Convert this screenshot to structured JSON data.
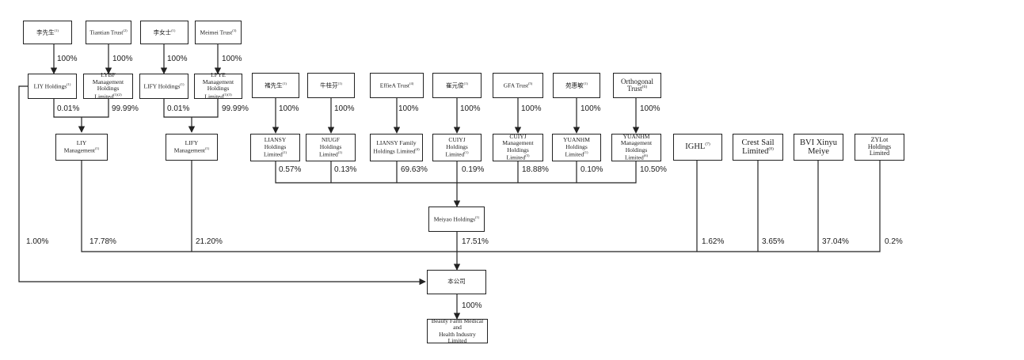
{
  "entities": {
    "mr_li": {
      "name": "李先生",
      "note": "(1)"
    },
    "tiantian_trust": {
      "name": "Tiantian Trust",
      "note": "(2)"
    },
    "ms_li": {
      "name": "李女士",
      "note": "(1)"
    },
    "meimei_trust": {
      "name": "Meimei Trust",
      "note": "(3)"
    },
    "liy_holdings": {
      "name": "LIY Holdings",
      "note": "(1)"
    },
    "lybf_management": {
      "line1": "LYBF Management",
      "line2": "Holdings Limited",
      "note": "(1)(2)"
    },
    "lify_holdings": {
      "name": "LIFY Holdings",
      "note": "(1)"
    },
    "lfye_management": {
      "line1": "LFYE Management",
      "line2": "Holdings Limited",
      "note": "(1)(3)"
    },
    "liy_management": {
      "line1": "LIY",
      "line2": "Management",
      "note": "(1)"
    },
    "lify_management": {
      "line1": "LIFY",
      "line2": "Management",
      "note": "(1)"
    },
    "mr_chu": {
      "name": "褚先生",
      "note": "(1)"
    },
    "niu_guifen": {
      "name": "牛桂芬",
      "note": "(1)"
    },
    "effiea_trust": {
      "name": "EffieA Trust",
      "note": "(4)"
    },
    "cui_yuanjun": {
      "name": "崔元俊",
      "note": "(1)"
    },
    "gfa_trust": {
      "name": "GFA Trust",
      "note": "(5)"
    },
    "yuan_huimin": {
      "name": "苑惠敏",
      "note": "(1)"
    },
    "orthogonal_trust": {
      "line1": "Orthogonal",
      "line2": "Trust",
      "note": "(6)"
    },
    "liansy": {
      "line1": "LIANSY",
      "line2": "Holdings Limited",
      "note": "(1)"
    },
    "niugf": {
      "line1": "NIUGF",
      "line2": "Holdings Limited",
      "note": "(1)"
    },
    "liansy_family": {
      "line1": "LIANSY Family",
      "line2": "Holdings Limited",
      "note": "(4)"
    },
    "cuiyj": {
      "line1": "CUIYJ",
      "line2": "Holdings Limited",
      "note": "(1)"
    },
    "cuiyj_management": {
      "line1": "CUIYJ Management",
      "line2": "Holdings Limited",
      "note": "(5)"
    },
    "yuanhm": {
      "line1": "YUANHM",
      "line2": "Holdings Limited",
      "note": "(1)"
    },
    "yuanhm_management": {
      "line1": "YUANHM",
      "line2": "Management",
      "line3": "Holdings Limited",
      "note": "(6)"
    },
    "ighl": {
      "name": "IGHL",
      "note": "(7)"
    },
    "crest_sail": {
      "line1": "Crest Sail",
      "line2": "Limited",
      "note": "(8)"
    },
    "bvi_xinyu": {
      "line1": "BVI Xinyu",
      "line2": "Meiye"
    },
    "zylot": {
      "line1": "ZYLot",
      "line2": "Holdings",
      "line3": "Limited"
    },
    "meiyao_holdings": {
      "name": "Meiyao Holdings",
      "note": "(1)"
    },
    "company": {
      "name": "本公司"
    },
    "beauty_farm": {
      "line1": "Beauty Farm Medical and",
      "line2": "Health Industry Limited"
    }
  },
  "percentages": {
    "mr_li_to_liy": "100%",
    "tiantian_to_lybf": "100%",
    "ms_li_to_lify": "100%",
    "meimei_to_lfye": "100%",
    "liy_to_liy_mgmt": "0.01%",
    "lybf_to_liy_mgmt": "99.99%",
    "lify_to_lify_mgmt": "0.01%",
    "lfye_to_lify_mgmt": "99.99%",
    "chu_to_liansy": "100%",
    "niu_to_niugf": "100%",
    "effiea_to_family": "100%",
    "cui_to_cuiyj": "100%",
    "gfa_to_cuiyj_mgmt": "100%",
    "yuan_to_yuanhm": "100%",
    "orthogonal_to_yuanhm_mgmt": "100%",
    "liansy_to_meiyao": "0.57%",
    "niugf_to_meiyao": "0.13%",
    "family_to_meiyao": "69.63%",
    "cuiyj_to_meiyao": "0.19%",
    "cuiyj_mgmt_to_meiyao": "18.88%",
    "yuanhm_to_meiyao": "0.10%",
    "yuanhm_mgmt_to_meiyao": "10.50%",
    "liy_holdings_to_company": "1.00%",
    "liy_mgmt_to_company": "17.78%",
    "lify_mgmt_to_company": "21.20%",
    "meiyao_to_company": "17.51%",
    "ighl_to_company": "1.62%",
    "crest_sail_to_company": "3.65%",
    "bvi_xinyu_to_company": "37.04%",
    "zylot_to_company": "0.2%",
    "company_to_beauty_farm": "100%"
  },
  "colors": {
    "line": "#222222",
    "text": "#1a1a1a",
    "background": "#ffffff"
  }
}
